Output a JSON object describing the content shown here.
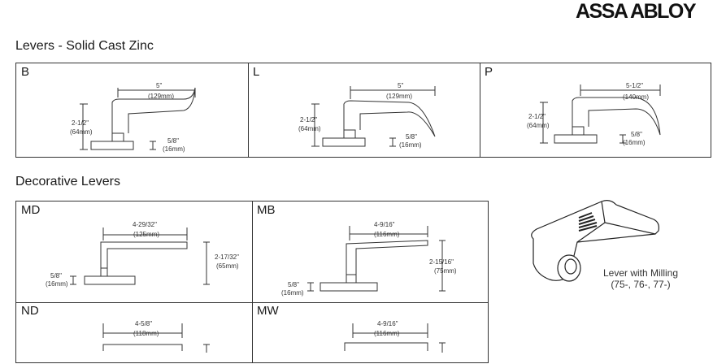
{
  "brand": {
    "logo": "ASSA ABLOY"
  },
  "sections": {
    "solid": "Levers - Solid Cast Zinc",
    "decorative": "Decorative Levers"
  },
  "levers": {
    "B": {
      "label": "B",
      "width": "5\"",
      "width_mm": "(129mm)",
      "height": "2-1/2\"",
      "height_mm": "(64mm)",
      "rose": "5/8\"",
      "rose_mm": "(16mm)"
    },
    "L": {
      "label": "L",
      "width": "5\"",
      "width_mm": "(129mm)",
      "height": "2-1/2\"",
      "height_mm": "(64mm)",
      "rose": "5/8\"",
      "rose_mm": "(16mm)"
    },
    "P": {
      "label": "P",
      "width": "5-1/2\"",
      "width_mm": "(140mm)",
      "height": "2-1/2\"",
      "height_mm": "(64mm)",
      "rose": "5/8\"",
      "rose_mm": "(16mm)"
    },
    "MD": {
      "label": "MD",
      "width": "4-29/32\"",
      "width_mm": "(125mm)",
      "height": "2-17/32\"",
      "height_mm": "(65mm)",
      "rose": "5/8\"",
      "rose_mm": "(16mm)"
    },
    "MB": {
      "label": "MB",
      "width": "4-9/16\"",
      "width_mm": "(116mm)",
      "height": "2-15/16\"",
      "height_mm": "(75mm)",
      "rose": "5/8\"",
      "rose_mm": "(16mm)"
    },
    "ND": {
      "label": "ND",
      "width": "4-5/8\"",
      "width_mm": "(118mm)"
    },
    "MW": {
      "label": "MW",
      "width": "4-9/16\"",
      "width_mm": "(116mm)"
    }
  },
  "milling": {
    "title": "Lever with Milling",
    "models": "(75-, 76-, 77-)"
  }
}
